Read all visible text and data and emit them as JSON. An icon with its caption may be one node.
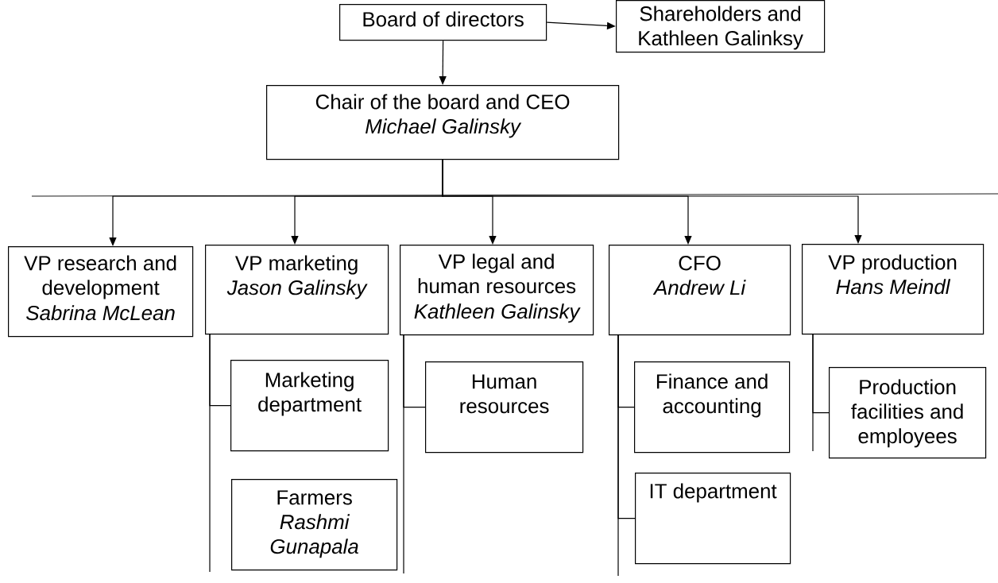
{
  "diagram": {
    "nodes": [
      {
        "text": [
          "Board of directors"
        ]
      },
      {
        "text": [
          "Shareholders and Kathleen Galinksy"
        ]
      },
      {
        "text": [
          "Chair of the board and CEO",
          "Michael Galinsky"
        ]
      },
      {
        "text": [
          "VP research and development",
          "Sabrina McLean"
        ]
      },
      {
        "text": [
          "VP marketing",
          "Jason Galinsky"
        ]
      },
      {
        "text": [
          "VP legal and human resources",
          "Kathleen Galinsky"
        ]
      },
      {
        "text": [
          "CFO",
          "Andrew Li"
        ]
      },
      {
        "text": [
          "VP production",
          "Hans Meindl"
        ]
      },
      {
        "text": [
          "Marketing department"
        ]
      },
      {
        "text": [
          "Farmers",
          "Rashmi Gunapala"
        ]
      },
      {
        "text": [
          "Human resources"
        ]
      },
      {
        "text": [
          "Finance and accounting"
        ]
      },
      {
        "text": [
          "IT department"
        ]
      },
      {
        "text": [
          "Production facilities and employees"
        ]
      }
    ],
    "edges": [
      {
        "from": 0,
        "to": 1,
        "arrow": "to"
      },
      {
        "from": 0,
        "to": 2,
        "arrow": "to"
      },
      {
        "from": 2,
        "to": 3,
        "arrow": "to"
      },
      {
        "from": 2,
        "to": 4,
        "arrow": "to"
      },
      {
        "from": 2,
        "to": 5,
        "arrow": "to"
      },
      {
        "from": 2,
        "to": 6,
        "arrow": "to"
      },
      {
        "from": 2,
        "to": 7,
        "arrow": "to"
      },
      {
        "from": 4,
        "to": 8,
        "arrow": "none"
      },
      {
        "from": 5,
        "to": 10,
        "arrow": "none"
      },
      {
        "from": 6,
        "to": 11,
        "arrow": "none"
      },
      {
        "from": 6,
        "to": 12,
        "arrow": "none"
      },
      {
        "from": 7,
        "to": 13,
        "arrow": "none"
      }
    ]
  }
}
